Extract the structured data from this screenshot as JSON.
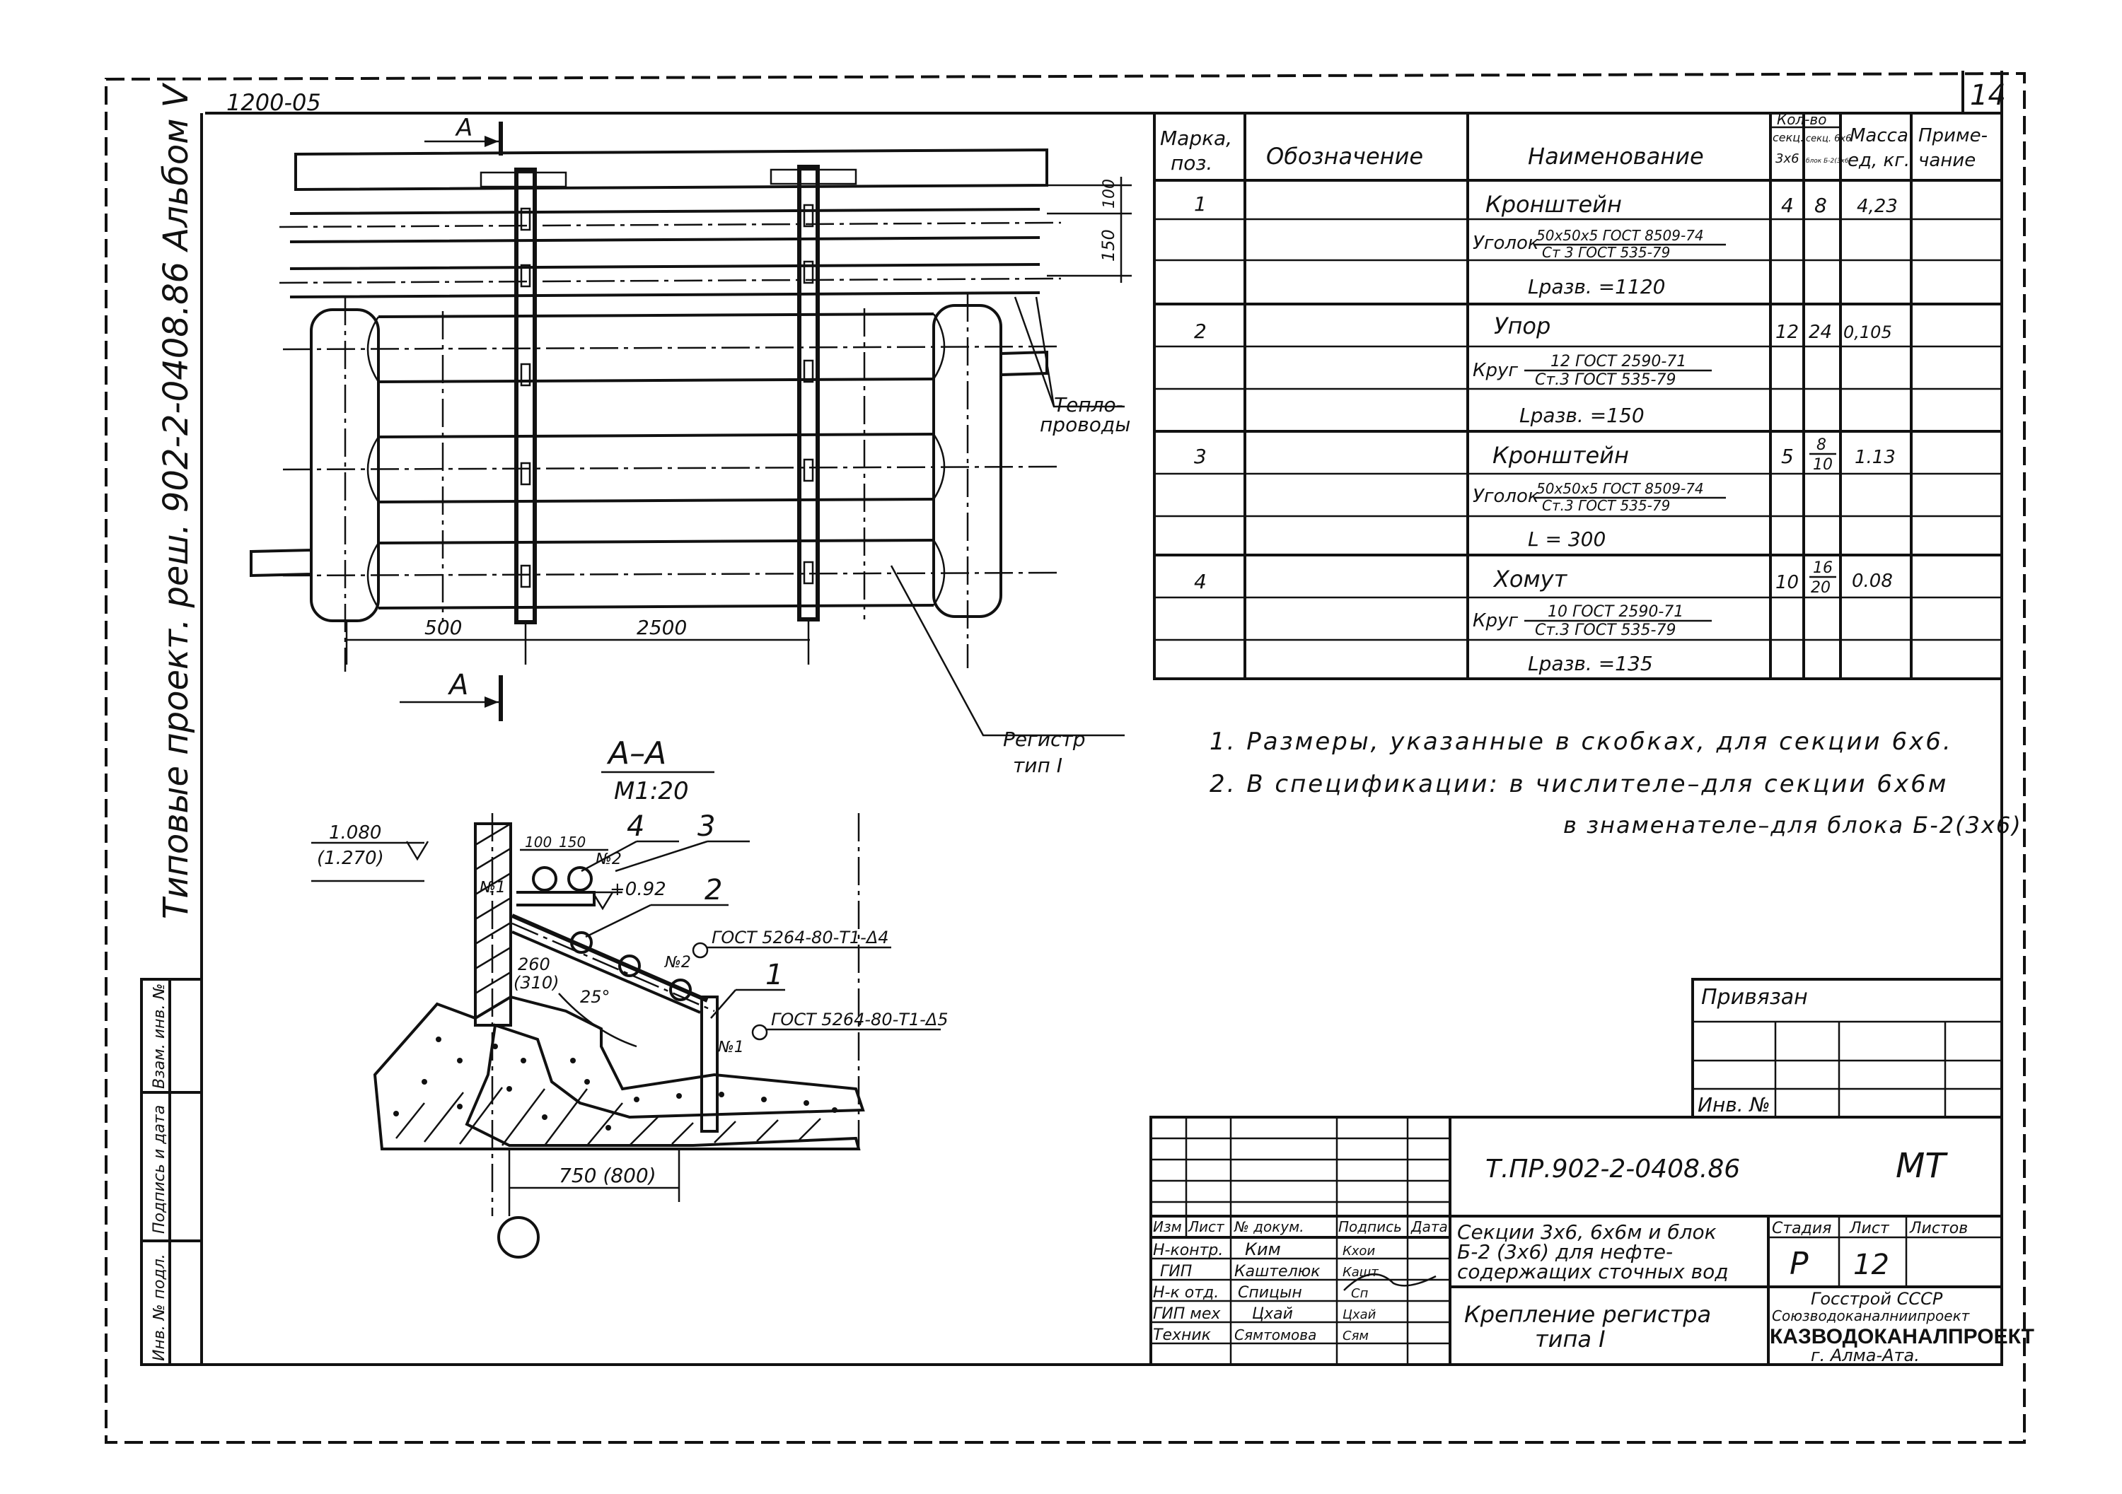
{
  "header": {
    "sheet_number": "14",
    "archive_code": "1200-05",
    "side_title": "Типовые проект. реш. 902-2-0408.86 Альбом V"
  },
  "side_stamp": {
    "labels": [
      "Инв. № подл.",
      "Подпись и дата",
      "Взам. инв. №"
    ]
  },
  "plan": {
    "section_mark_top": "А",
    "section_mark_bottom": "А",
    "dim_500": "500",
    "dim_2500": "2500",
    "dim_150": "150",
    "dim_100": "100",
    "label_teplo_1": "Тепло-",
    "label_teplo_2": "проводы",
    "label_register_1": "Регистр",
    "label_register_2": "тип I"
  },
  "section": {
    "title": "А–А",
    "scale": "М1:20",
    "level_1": "1.080",
    "level_2": "(1.270)",
    "level_3": "+0.92",
    "dim_100": "100",
    "dim_150": "150",
    "dim_260": "260",
    "dim_310": "(310)",
    "angle": "25°",
    "dim_750": "750 (800)",
    "callout_1": "1",
    "callout_2": "2",
    "callout_3": "3",
    "callout_4": "4",
    "weld_n1_a": "№1",
    "weld_n2_a": "№2",
    "weld_n2_b": "№2",
    "weld_n1_b": "№1",
    "weld_spec_1": "ГОСТ 5264-80-Т1-Δ4",
    "weld_spec_2": "ГОСТ 5264-80-Т1-Δ5"
  },
  "spec_table": {
    "headers": {
      "mark": [
        "Марка,",
        "поз."
      ],
      "designation": "Обозначение",
      "name": "Наименование",
      "qty_title": "Кол-во",
      "qty_3x6": [
        "секц.",
        "3х6"
      ],
      "qty_6x6": [
        "секц. 6х6",
        "блок Б-2(3х6)"
      ],
      "mass": [
        "Масса",
        "ед, кг."
      ],
      "note": [
        "Приме-",
        "чание"
      ]
    },
    "rows": [
      {
        "pos": "1",
        "name": "Кронштейн",
        "q1": "4",
        "q2": "8",
        "mass": "4,23"
      },
      {
        "material": "Уголок",
        "num": "50х50х5 ГОСТ 8509-74",
        "den": "Ст 3 ГОСТ 535-79"
      },
      {
        "extra": "Lразв. =1120"
      },
      {
        "pos": "2",
        "name": "Упор",
        "q1": "12",
        "q2": "24",
        "mass": "0,105"
      },
      {
        "material": "Круг",
        "num": "12 ГОСТ 2590-71",
        "den": "Ст.3 ГОСТ 535-79"
      },
      {
        "extra": "Lразв. =150"
      },
      {
        "pos": "3",
        "name": "Кронштейн",
        "q1": "5",
        "q2_num": "8",
        "q2_den": "10",
        "mass": "1.13"
      },
      {
        "material": "Уголок",
        "num": "50х50х5 ГОСТ 8509-74",
        "den": "Ст.3 ГОСТ 535-79"
      },
      {
        "extra": "L = 300"
      },
      {
        "pos": "4",
        "name": "Хомут",
        "q1": "10",
        "q2_num": "16",
        "q2_den": "20",
        "mass": "0.08"
      },
      {
        "material": "Круг",
        "num": "10 ГОСТ 2590-71",
        "den": "Ст.3 ГОСТ 535-79"
      },
      {
        "extra": "Lразв. =135"
      }
    ]
  },
  "notes": [
    "1. Размеры, указанные в скобках, для секции 6х6.",
    "2. В спецификации: в числителе–для секции 6х6м",
    "в знаменателе–для блока Б-2(3х6)"
  ],
  "privyazan": {
    "label": "Привязан",
    "inv_label": "Инв. №"
  },
  "title_block": {
    "doc_code": "Т.ПР.902-2-0408.86",
    "doc_mark": "МТ",
    "col_headers": [
      "Изм",
      "Лист",
      "№ докум.",
      "Подпись",
      "Дата"
    ],
    "roles": [
      {
        "role": "Н-контр.",
        "name": "Ким",
        "sign": "Кхои"
      },
      {
        "role": "ГИП",
        "name": "Каштелюк",
        "sign": "Кашт"
      },
      {
        "role": "Н-к отд.",
        "name": "Спицын",
        "sign": "Сп"
      },
      {
        "role": "ГИП мех",
        "name": "Цхай",
        "sign": "Цхай"
      },
      {
        "role": "Техник",
        "name": "Сямтомова",
        "sign": "Сям"
      }
    ],
    "title_1": "Секции 3х6, 6х6м и блок",
    "title_2": "Б-2 (3х6) для нефте-",
    "title_3": "содержащих сточных вод",
    "subtitle_1": "Крепление регистра",
    "subtitle_2": "типа I",
    "stage_label": "Стадия",
    "sheet_label": "Лист",
    "sheets_label": "Листов",
    "stage_value": "Р",
    "sheet_value": "12",
    "sheets_value": "",
    "org_1": "Госстрой СССР",
    "org_2": "Союзводоканалниипроект",
    "org_3": "КАЗВОДОКАНАЛПРОЕКТ",
    "org_4": "г. Алма-Ата."
  }
}
